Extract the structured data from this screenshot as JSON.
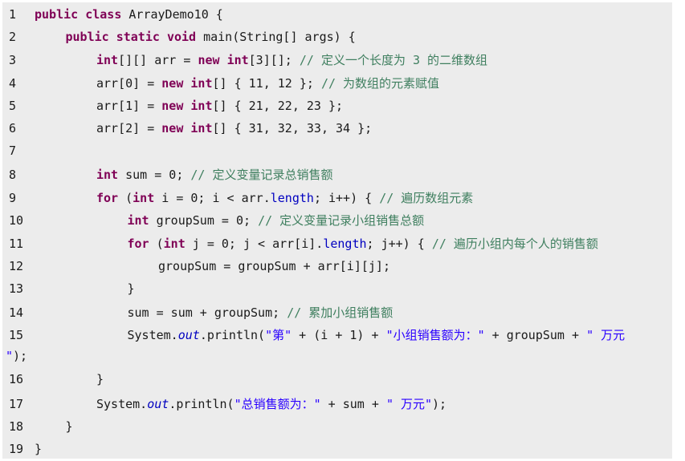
{
  "code_lines": [
    {
      "n": "1",
      "indent": 0,
      "tokens": [
        [
          "kw",
          "public"
        ],
        [
          "tx",
          " "
        ],
        [
          "kw",
          "class"
        ],
        [
          "tx",
          " ArrayDemo10 {"
        ]
      ]
    },
    {
      "n": "2",
      "indent": 1,
      "tokens": [
        [
          "kw",
          "public"
        ],
        [
          "tx",
          " "
        ],
        [
          "kw",
          "static"
        ],
        [
          "tx",
          " "
        ],
        [
          "kw",
          "void"
        ],
        [
          "tx",
          " main(String[] args) {"
        ]
      ]
    },
    {
      "n": "3",
      "indent": 2,
      "tokens": [
        [
          "kw",
          "int"
        ],
        [
          "tx",
          "[][] arr = "
        ],
        [
          "kw",
          "new"
        ],
        [
          "tx",
          " "
        ],
        [
          "kw",
          "int"
        ],
        [
          "tx",
          "[3][]; "
        ],
        [
          "cm",
          "// 定义一个长度为 3 的二维数组"
        ]
      ]
    },
    {
      "n": "4",
      "indent": 2,
      "tokens": [
        [
          "tx",
          "arr[0] = "
        ],
        [
          "kw",
          "new"
        ],
        [
          "tx",
          " "
        ],
        [
          "kw",
          "int"
        ],
        [
          "tx",
          "[] { 11, 12 }; "
        ],
        [
          "cm",
          "// 为数组的元素赋值"
        ]
      ]
    },
    {
      "n": "5",
      "indent": 2,
      "tokens": [
        [
          "tx",
          "arr[1] = "
        ],
        [
          "kw",
          "new"
        ],
        [
          "tx",
          " "
        ],
        [
          "kw",
          "int"
        ],
        [
          "tx",
          "[] { 21, 22, 23 };"
        ]
      ]
    },
    {
      "n": "6",
      "indent": 2,
      "tokens": [
        [
          "tx",
          "arr[2] = "
        ],
        [
          "kw",
          "new"
        ],
        [
          "tx",
          " "
        ],
        [
          "kw",
          "int"
        ],
        [
          "tx",
          "[] { 31, 32, 33, 34 };"
        ]
      ]
    },
    {
      "n": "7",
      "indent": 0,
      "tokens": []
    },
    {
      "n": "8",
      "indent": 2,
      "tokens": [
        [
          "kw",
          "int"
        ],
        [
          "tx",
          " sum = 0; "
        ],
        [
          "cm",
          "// 定义变量记录总销售额"
        ]
      ]
    },
    {
      "n": "9",
      "indent": 2,
      "tokens": [
        [
          "kw",
          "for"
        ],
        [
          "tx",
          " ("
        ],
        [
          "kw",
          "int"
        ],
        [
          "tx",
          " i = 0; i < arr."
        ],
        [
          "fld",
          "length"
        ],
        [
          "tx",
          "; i++) { "
        ],
        [
          "cm",
          "// 遍历数组元素"
        ]
      ]
    },
    {
      "n": "10",
      "indent": 3,
      "tokens": [
        [
          "kw",
          "int"
        ],
        [
          "tx",
          " groupSum = 0; "
        ],
        [
          "cm",
          "// 定义变量记录小组销售总额"
        ]
      ]
    },
    {
      "n": "11",
      "indent": 3,
      "tokens": [
        [
          "kw",
          "for"
        ],
        [
          "tx",
          " ("
        ],
        [
          "kw",
          "int"
        ],
        [
          "tx",
          " j = 0; j < arr[i]."
        ],
        [
          "fld",
          "length"
        ],
        [
          "tx",
          "; j++) { "
        ],
        [
          "cm",
          "// 遍历小组内每个人的销售额"
        ]
      ]
    },
    {
      "n": "12",
      "indent": 4,
      "tokens": [
        [
          "tx",
          "groupSum = groupSum + arr[i][j];"
        ]
      ]
    },
    {
      "n": "13",
      "indent": 3,
      "tokens": [
        [
          "tx",
          "}"
        ]
      ]
    },
    {
      "n": "14",
      "indent": 3,
      "tokens": [
        [
          "tx",
          "sum = sum + groupSum; "
        ],
        [
          "cm",
          "// 累加小组销售额"
        ]
      ]
    },
    {
      "n": "15",
      "indent": 3,
      "tokens": [
        [
          "tx",
          "System."
        ],
        [
          "st",
          "out"
        ],
        [
          "tx",
          ".println("
        ],
        [
          "str",
          "\"第\""
        ],
        [
          "tx",
          " + (i + 1) + "
        ],
        [
          "str",
          "\"小组销售额为：\""
        ],
        [
          "tx",
          " + groupSum + "
        ],
        [
          "str",
          "\" 万元"
        ]
      ]
    },
    {
      "n": "",
      "indent": -1,
      "tokens": [
        [
          "str",
          "\""
        ],
        [
          "tx",
          ");"
        ]
      ]
    },
    {
      "n": "16",
      "indent": 2,
      "tokens": [
        [
          "tx",
          "}"
        ]
      ]
    },
    {
      "n": "17",
      "indent": 2,
      "tokens": [
        [
          "tx",
          "System."
        ],
        [
          "st",
          "out"
        ],
        [
          "tx",
          ".println("
        ],
        [
          "str",
          "\"总销售额为：\""
        ],
        [
          "tx",
          " + sum + "
        ],
        [
          "str",
          "\" 万元\""
        ],
        [
          "tx",
          ");"
        ]
      ]
    },
    {
      "n": "18",
      "indent": 1,
      "tokens": [
        [
          "tx",
          "}"
        ]
      ]
    },
    {
      "n": "19",
      "indent": 0,
      "tokens": [
        [
          "tx",
          "}"
        ]
      ]
    }
  ],
  "colors": {
    "background": "#ececec",
    "keyword": "#7f0055",
    "comment": "#3f7f5f",
    "string": "#2a00ff",
    "field": "#0000c0",
    "text": "#1a1a1a"
  }
}
